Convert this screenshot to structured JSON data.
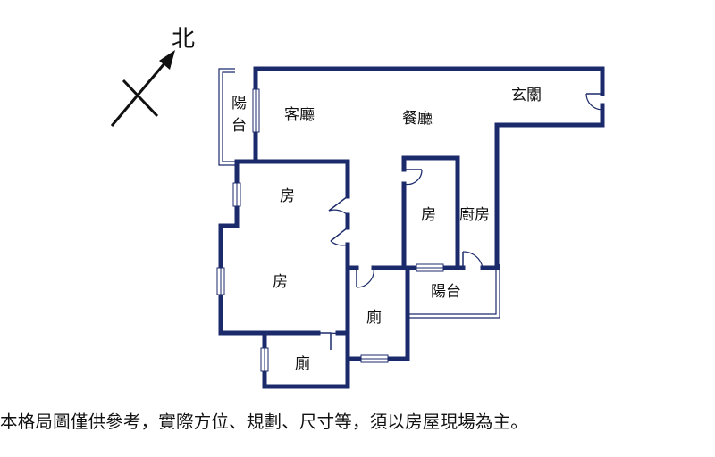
{
  "compass": {
    "north_label": "北"
  },
  "rooms": {
    "balcony_west": "陽\n台",
    "living_room": "客廳",
    "dining_room": "餐廳",
    "entrance": "玄關",
    "bedroom_1": "房",
    "bedroom_2": "房",
    "bedroom_3": "房",
    "kitchen": "廚房",
    "balcony_south": "陽台",
    "bathroom_1": "廁",
    "bathroom_2": "廁"
  },
  "disclaimer": "本格局圖僅供參考，實際方位、規劃、尺寸等，須以房屋現場為主。",
  "colors": {
    "wall": "#1b2a6b",
    "background": "#ffffff"
  }
}
